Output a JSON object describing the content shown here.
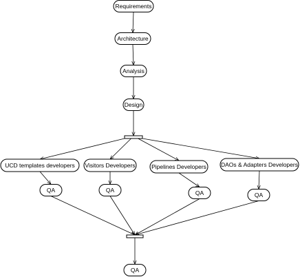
{
  "diagram": {
    "nodes": [
      {
        "id": "requirements",
        "label": "Requirements"
      },
      {
        "id": "architecture",
        "label": "Architecture"
      },
      {
        "id": "analysis",
        "label": "Analysis"
      },
      {
        "id": "design",
        "label": "Design"
      },
      {
        "id": "ucd-dev",
        "label": "UCD templates developers"
      },
      {
        "id": "visitors-dev",
        "label": "Visitors Developers"
      },
      {
        "id": "pipelines-dev",
        "label": "Pipelines Developers"
      },
      {
        "id": "daos-dev",
        "label": "DAOs & Adapters Developers"
      },
      {
        "id": "qa-ucd",
        "label": "QA"
      },
      {
        "id": "qa-visitors",
        "label": "QA"
      },
      {
        "id": "qa-pipelines",
        "label": "QA"
      },
      {
        "id": "qa-daos",
        "label": "QA"
      },
      {
        "id": "qa-final",
        "label": "QA"
      }
    ],
    "bars": [
      {
        "id": "fork-bar"
      },
      {
        "id": "join-bar"
      }
    ],
    "edges": [
      {
        "from": "requirements",
        "to": "architecture"
      },
      {
        "from": "architecture",
        "to": "analysis"
      },
      {
        "from": "analysis",
        "to": "design"
      },
      {
        "from": "design",
        "to": "fork-bar"
      },
      {
        "from": "fork-bar",
        "to": "ucd-dev"
      },
      {
        "from": "fork-bar",
        "to": "visitors-dev"
      },
      {
        "from": "fork-bar",
        "to": "pipelines-dev"
      },
      {
        "from": "fork-bar",
        "to": "daos-dev"
      },
      {
        "from": "ucd-dev",
        "to": "qa-ucd"
      },
      {
        "from": "visitors-dev",
        "to": "qa-visitors"
      },
      {
        "from": "pipelines-dev",
        "to": "qa-pipelines"
      },
      {
        "from": "daos-dev",
        "to": "qa-daos"
      },
      {
        "from": "qa-ucd",
        "to": "join-bar"
      },
      {
        "from": "qa-visitors",
        "to": "join-bar"
      },
      {
        "from": "qa-pipelines",
        "to": "join-bar"
      },
      {
        "from": "qa-daos",
        "to": "join-bar"
      },
      {
        "from": "join-bar",
        "to": "qa-final"
      }
    ]
  }
}
